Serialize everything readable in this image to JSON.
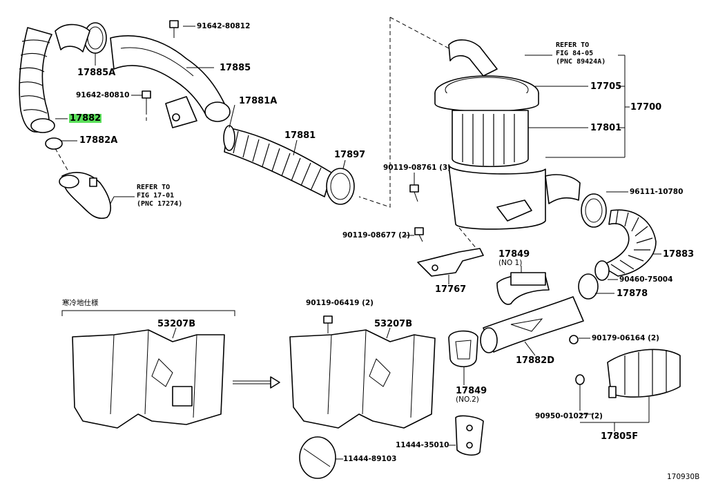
{
  "diagram_id": "170930B",
  "notes": {
    "cold_spec": "寒冷地仕様"
  },
  "refs": {
    "ref_upper": {
      "l1": "REFER TO",
      "l2": "FIG 84-05",
      "l3": "(PNC 89424A)"
    },
    "ref_left": {
      "l1": "REFER TO",
      "l2": "FIG 17-01",
      "l3": "(PNC 17274)"
    }
  },
  "parts": {
    "p17885A": "17885A",
    "p17885": "17885",
    "p91642_80812": "91642-80812",
    "p91642_80810": "91642-80810",
    "p17882": "17882",
    "p17882A": "17882A",
    "p17881A": "17881A",
    "p17881": "17881",
    "p17897": "17897",
    "p17705": "17705",
    "p17700": "17700",
    "p17801": "17801",
    "p90119_08761": "90119-08761 (3)",
    "p90119_08677": "90119-08677 (2)",
    "p96111_10780": "96111-10780",
    "p17849_1": "17849",
    "no1": "(NO 1)",
    "p17883": "17883",
    "p17767": "17767",
    "p90460_75004": "90460-75004",
    "p17878": "17878",
    "p90119_06419": "90119-06419 (2)",
    "p53207B_left": "53207B",
    "p53207B_right": "53207B",
    "p90179_06164": "90179-06164 (2)",
    "p17882D": "17882D",
    "p17849_2": "17849",
    "no2": "(NO.2)",
    "p90950_01027": "90950-01027 (2)",
    "p11444_35010": "11444-35010",
    "p17805F": "17805F",
    "p11444_89103": "11444-89103"
  },
  "highlight_color": "#5be05b"
}
